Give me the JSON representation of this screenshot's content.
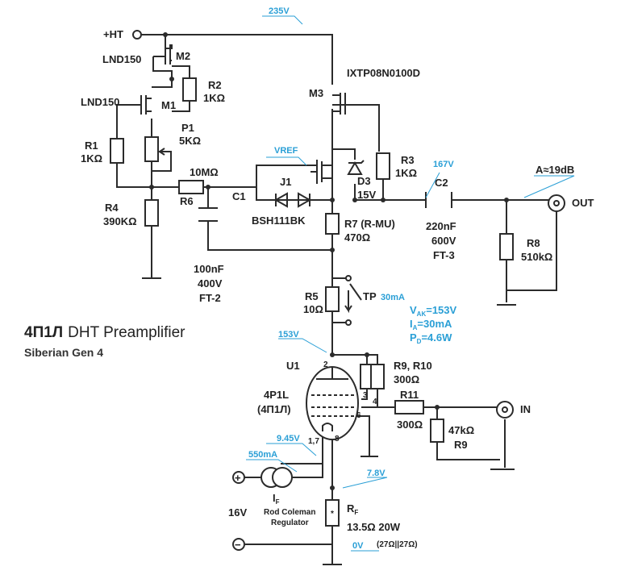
{
  "title": {
    "main": "4П1Л",
    "rest": "DHT Preamplifier",
    "subtitle": "Siberian Gen 4"
  },
  "rails": {
    "ht": "+HT",
    "v235": "235V",
    "vref": "VREF",
    "v167": "167V",
    "v153": "153V",
    "v945": "9.45V",
    "i550": "550mA",
    "v78": "7.8V",
    "v0": "0V",
    "v16": "16V"
  },
  "io": {
    "out": "OUT",
    "in": "IN",
    "gain": "A≈19dB"
  },
  "parts": {
    "m2": "M2",
    "m1": "M1",
    "lnd_a": "LND150",
    "lnd_b": "LND150",
    "m3": "M3",
    "ixtp": "IXTP08N0100D",
    "r2": "R2",
    "r2v": "1KΩ",
    "p1": "P1",
    "p1v": "5KΩ",
    "r1": "R1",
    "r1v": "1KΩ",
    "r6": "R6",
    "r6v": "10MΩ",
    "r4": "R4",
    "r4v": "390KΩ",
    "c1": "C1",
    "c1v1": "100nF",
    "c1v2": "400V",
    "c1v3": "FT-2",
    "j1": "J1",
    "bsh": "BSH111BK",
    "d3": "D3",
    "d3v": "15V",
    "r3": "R3",
    "r3v": "1KΩ",
    "r7": "R7 (R-MU)",
    "r7v": "470Ω",
    "c2": "C2",
    "c2v1": "220nF",
    "c2v2": "600V",
    "c2v3": "FT-3",
    "r8": "R8",
    "r8v": "510kΩ",
    "r5": "R5",
    "r5v": "10Ω",
    "tp": "TP",
    "tpi": "30mA",
    "u1": "U1",
    "tube1": "4P1L",
    "tube2": "(4П1Л)",
    "r910": "R9, R10",
    "r910v": "300Ω",
    "r11": "R11",
    "r11v": "300Ω",
    "r9": "R9",
    "r9v": "47kΩ",
    "rf": "R",
    "rfsub": "F",
    "rfv": "13.5Ω 20W",
    "rfp": "(27Ω||27Ω)",
    "if": "I",
    "ifsub": "F",
    "reg1": "Rod Coleman",
    "reg2": "Regulator",
    "pin2": "2",
    "pin3": "3",
    "pin4": "4",
    "pin6": "6",
    "pin8": "8",
    "pin17": "1,7",
    "plus": "+",
    "minus": "−"
  },
  "op_point": {
    "vak": "V",
    "vak_sub": "AK",
    "vak_val": "=153V",
    "ia": "I",
    "ia_sub": "A",
    "ia_val": "=30mA",
    "pd": "P",
    "pd_sub": "D",
    "pd_val": "=4.6W"
  }
}
